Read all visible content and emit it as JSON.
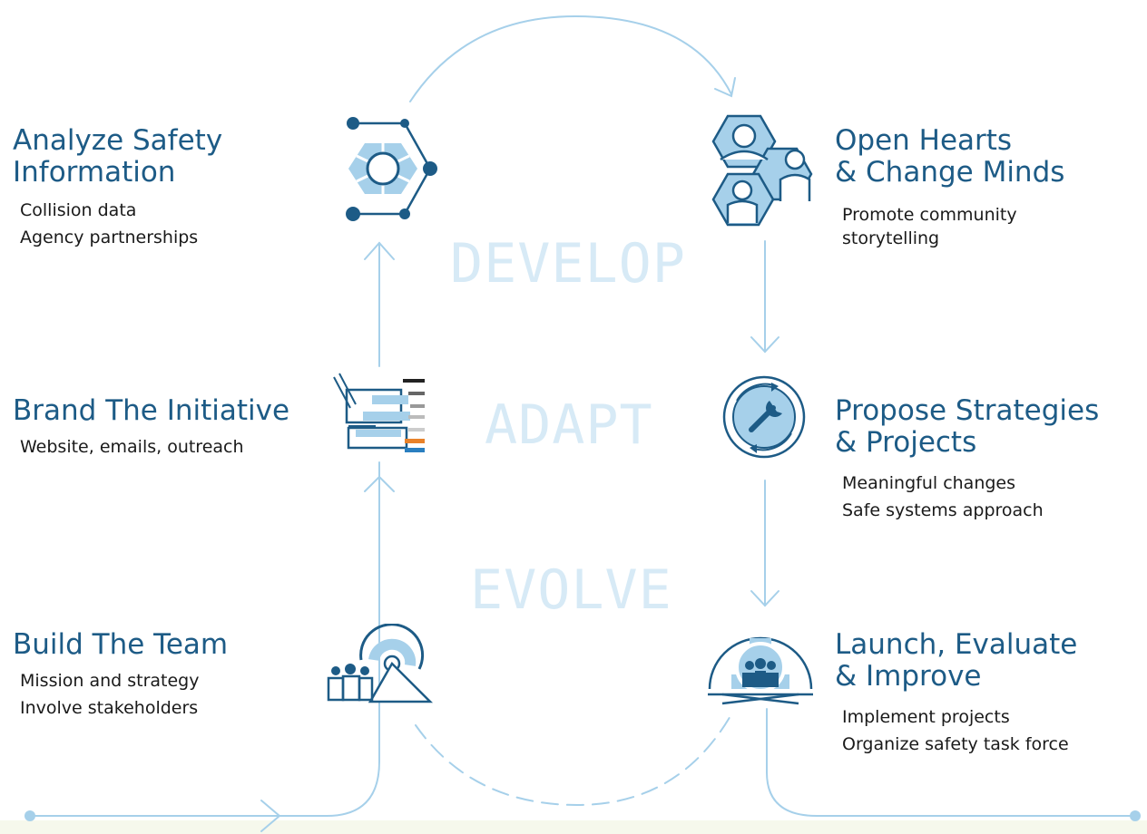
{
  "phases": [
    "DEVELOP",
    "ADAPT",
    "EVOLVE"
  ],
  "steps": {
    "analyze": {
      "title_lines": [
        "Analyze Safety",
        "Information"
      ],
      "items": [
        "Collision data",
        "Agency partnerships"
      ]
    },
    "brand": {
      "title_lines": [
        "Brand The Initiative"
      ],
      "items": [
        "Website, emails, outreach"
      ]
    },
    "build": {
      "title_lines": [
        "Build The Team"
      ],
      "items": [
        "Mission and strategy",
        "Involve stakeholders"
      ]
    },
    "hearts": {
      "title_lines": [
        "Open Hearts",
        "& Change Minds"
      ],
      "items": [
        "Promote community",
        "storytelling"
      ]
    },
    "propose": {
      "title_lines": [
        "Propose Strategies",
        "& Projects"
      ],
      "items": [
        "Meaningful changes",
        "Safe systems approach"
      ]
    },
    "launch": {
      "title_lines": [
        "Launch, Evaluate",
        "& Improve"
      ],
      "items": [
        "Implement projects",
        "Organize safety task force"
      ]
    }
  },
  "icons": {
    "analyze": "data-network-hexagon-icon",
    "brand": "brand-design-pages-icon",
    "build": "team-target-icon",
    "hearts": "community-people-hexagons-icon",
    "propose": "wrench-cycle-icon",
    "launch": "team-gear-launch-icon"
  },
  "colors": {
    "title": "#1d5b86",
    "text": "#1a1a1a",
    "path": "#a6d0ea",
    "icon_dark": "#1d5b86",
    "icon_light": "#a6d0ea",
    "phase_word": "#d7eaf6",
    "accent_orange": "#e8822a",
    "accent_blue": "#2a7fc0"
  }
}
